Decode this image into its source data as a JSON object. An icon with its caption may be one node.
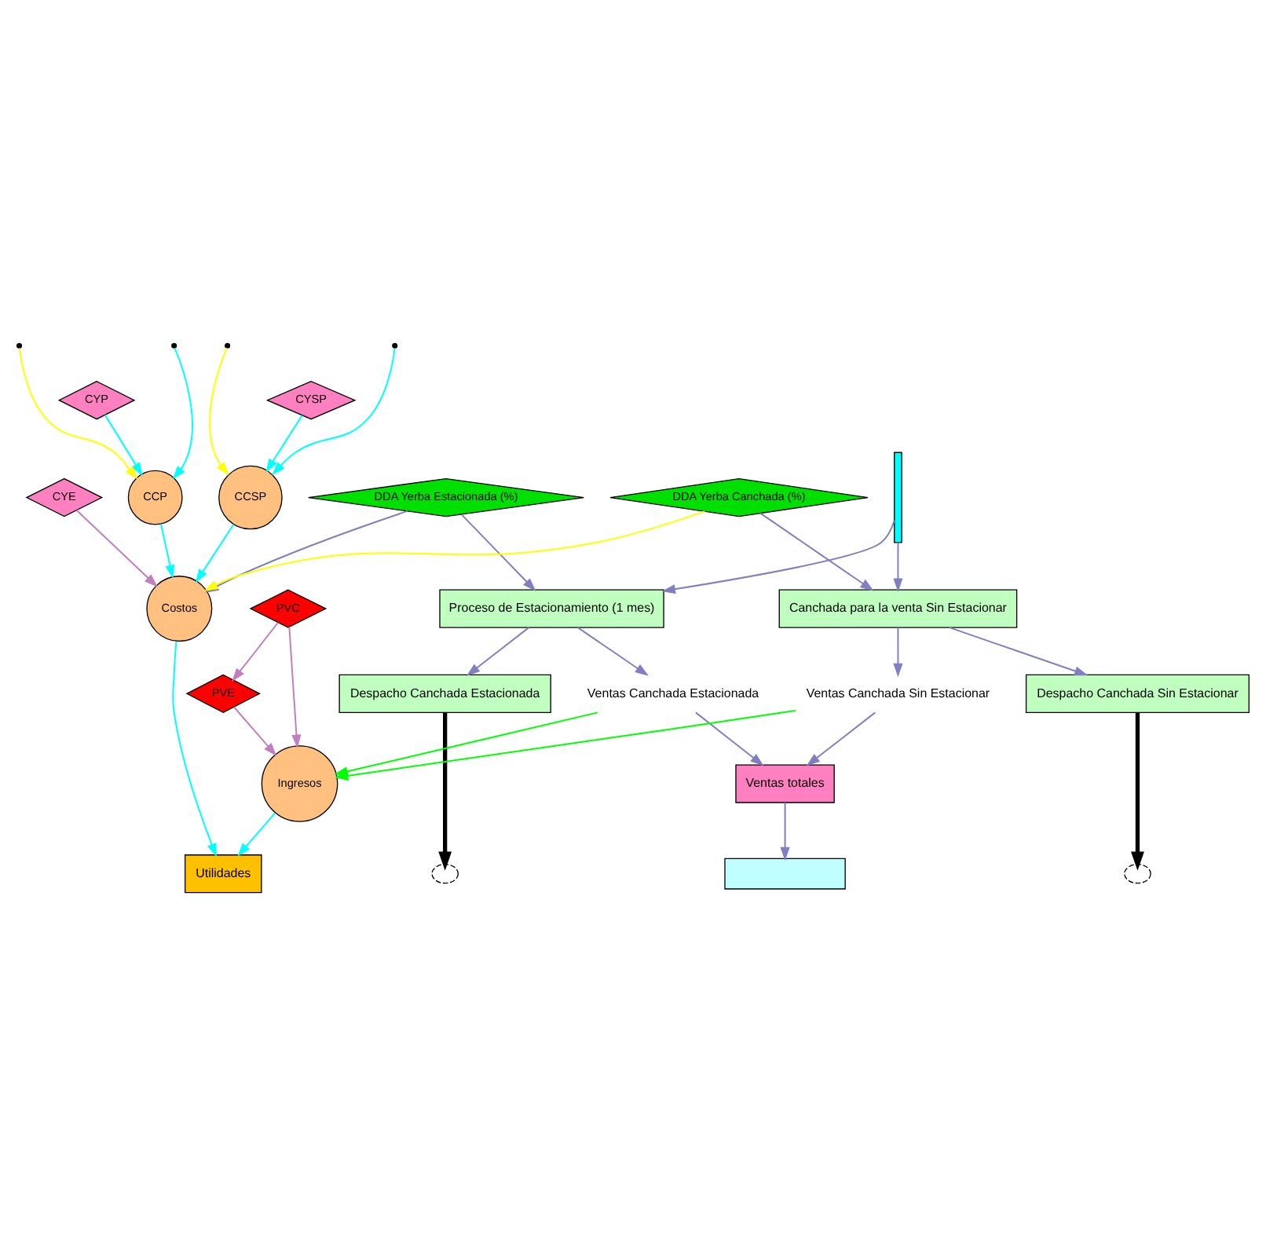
{
  "diagram": {
    "nodes": [
      {
        "text": [
          "CYP"
        ]
      },
      {
        "text": [
          "CYSP"
        ]
      },
      {
        "text": [
          "CYE"
        ]
      },
      {
        "text": [
          "Utilidades"
        ]
      },
      {
        "text": [
          "PVC"
        ]
      },
      {
        "text": [
          "DDA Yerba Estacionada (%)"
        ]
      },
      {
        "text": [
          "Costos"
        ]
      },
      {
        "text": [
          "Ingresos"
        ]
      },
      {
        "text": [
          "PVE"
        ]
      },
      {
        "text": [
          "CCP"
        ]
      },
      {
        "text": [
          "CCSP"
        ]
      },
      {
        "text": [
          "Proceso de Estacionamiento (1 mes)"
        ]
      },
      {
        "text": [
          "Despacho Canchada Estacionada"
        ]
      },
      {
        "text": [
          "Ventas Canchada Estacionada"
        ]
      },
      {
        "text": [],
        "shape": "cloud"
      },
      {
        "text": [],
        "shape": "bar"
      },
      {
        "text": [
          "Canchada para la venta Sin Estacionar"
        ]
      },
      {
        "text": [
          "Despacho Canchada Sin Estacionar"
        ]
      },
      {
        "text": [
          "Ventas totales"
        ]
      },
      {
        "text": [
          "Ventas Canchada Sin Estacionar"
        ]
      },
      {
        "text": [],
        "shape": "cloud"
      },
      {
        "text": [
          "DDA Yerba Canchada (%)"
        ]
      },
      {
        "text": [],
        "shape": "box"
      }
    ],
    "edges": [
      {
        "from": 0,
        "to": 9,
        "arrow": "to",
        "color": "#00ffff"
      },
      {
        "from": 1,
        "to": 10,
        "arrow": "to",
        "color": "#00ffff"
      },
      {
        "from": 2,
        "to": 6,
        "arrow": "to",
        "color": "#c080c0"
      },
      {
        "from": 5,
        "to": 6,
        "arrow": "to"
      },
      {
        "from": 5,
        "to": 11,
        "arrow": "to"
      },
      {
        "from": 9,
        "to": 6,
        "arrow": "to",
        "color": "#00ffff"
      },
      {
        "from": 10,
        "to": 6,
        "arrow": "to",
        "color": "#00ffff"
      },
      {
        "from": 6,
        "to": 3,
        "arrow": "to",
        "color": "#00ffff"
      },
      {
        "from": 7,
        "to": 3,
        "arrow": "to",
        "color": "#00ffff"
      },
      {
        "from": 4,
        "to": 7,
        "arrow": "to",
        "color": "#c080c0"
      },
      {
        "from": 8,
        "to": 7,
        "arrow": "to",
        "color": "#c080c0"
      },
      {
        "from": 4,
        "to": 8,
        "arrow": "to",
        "color": "#c080c0"
      },
      {
        "from": null,
        "to": 9,
        "arrow": "to",
        "color": "#ffff00"
      },
      {
        "from": null,
        "to": 10,
        "arrow": "to",
        "color": "#00ffff"
      },
      {
        "from": 21,
        "to": 6,
        "arrow": "to",
        "color": "#ffff00"
      },
      {
        "from": null,
        "to": 9,
        "arrow": "to",
        "color": "#00ffff"
      },
      {
        "from": null,
        "to": 10,
        "arrow": "to",
        "color": "#ffff00"
      },
      {
        "from": 15,
        "to": 11,
        "arrow": "to"
      },
      {
        "from": 15,
        "to": 16,
        "arrow": "to"
      },
      {
        "from": 11,
        "to": 12,
        "arrow": "to"
      },
      {
        "from": 11,
        "to": 13,
        "arrow": "to"
      },
      {
        "from": 16,
        "to": 17,
        "arrow": "to"
      },
      {
        "from": 16,
        "to": 19,
        "arrow": "to"
      },
      {
        "from": 21,
        "to": 16,
        "arrow": "to"
      },
      {
        "from": 12,
        "to": 14,
        "arrow": "to",
        "style": "thick",
        "color": "#000000"
      },
      {
        "from": 17,
        "to": 20,
        "arrow": "to",
        "style": "thick",
        "color": "#000000"
      },
      {
        "from": 13,
        "to": 7,
        "arrow": "to",
        "color": "#00ff00"
      },
      {
        "from": 19,
        "to": 7,
        "arrow": "to",
        "color": "#00ff00"
      },
      {
        "from": 13,
        "to": 18,
        "arrow": "to"
      },
      {
        "from": 19,
        "to": 18,
        "arrow": "to"
      },
      {
        "from": 18,
        "to": 22,
        "arrow": "to"
      }
    ]
  }
}
